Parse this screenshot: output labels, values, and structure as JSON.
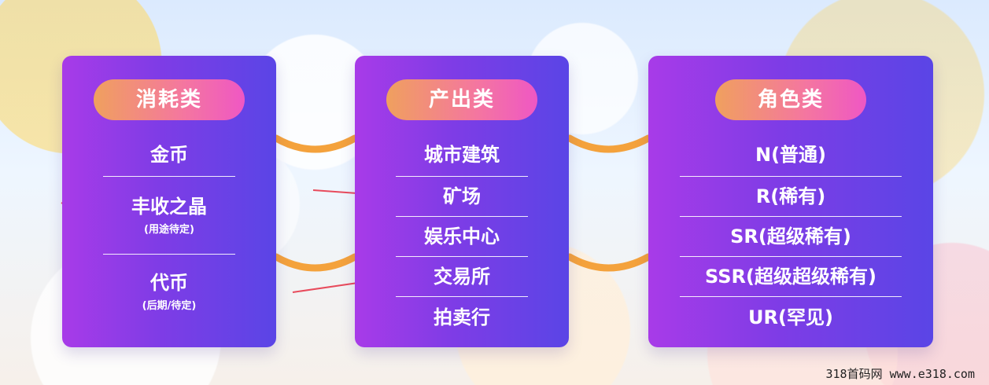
{
  "categories": [
    {
      "title": "消耗类",
      "items": [
        {
          "label": "金币",
          "note": ""
        },
        {
          "label": "丰收之晶",
          "note": "(用途待定)"
        },
        {
          "label": "代币",
          "note": "(后期/待定)"
        }
      ]
    },
    {
      "title": "产出类",
      "items": [
        {
          "label": "城市建筑"
        },
        {
          "label": "矿场"
        },
        {
          "label": "娱乐中心"
        },
        {
          "label": "交易所"
        },
        {
          "label": "拍卖行"
        }
      ]
    },
    {
      "title": "角色类",
      "items": [
        {
          "label": "N(普通)"
        },
        {
          "label": "R(稀有)"
        },
        {
          "label": "SR(超级稀有)"
        },
        {
          "label": "SSR(超级超级稀有)"
        },
        {
          "label": "UR(罕见)"
        }
      ]
    }
  ],
  "watermark": "318首码网  www.e318.com",
  "colors": {
    "panel_gradient_start": "#a83be8",
    "panel_gradient_end": "#5a45e6",
    "pill_gradient_start": "#f0a05e",
    "pill_gradient_end": "#ef57c4",
    "connector": "#f4a23c",
    "arrow": "#e84b5c"
  }
}
